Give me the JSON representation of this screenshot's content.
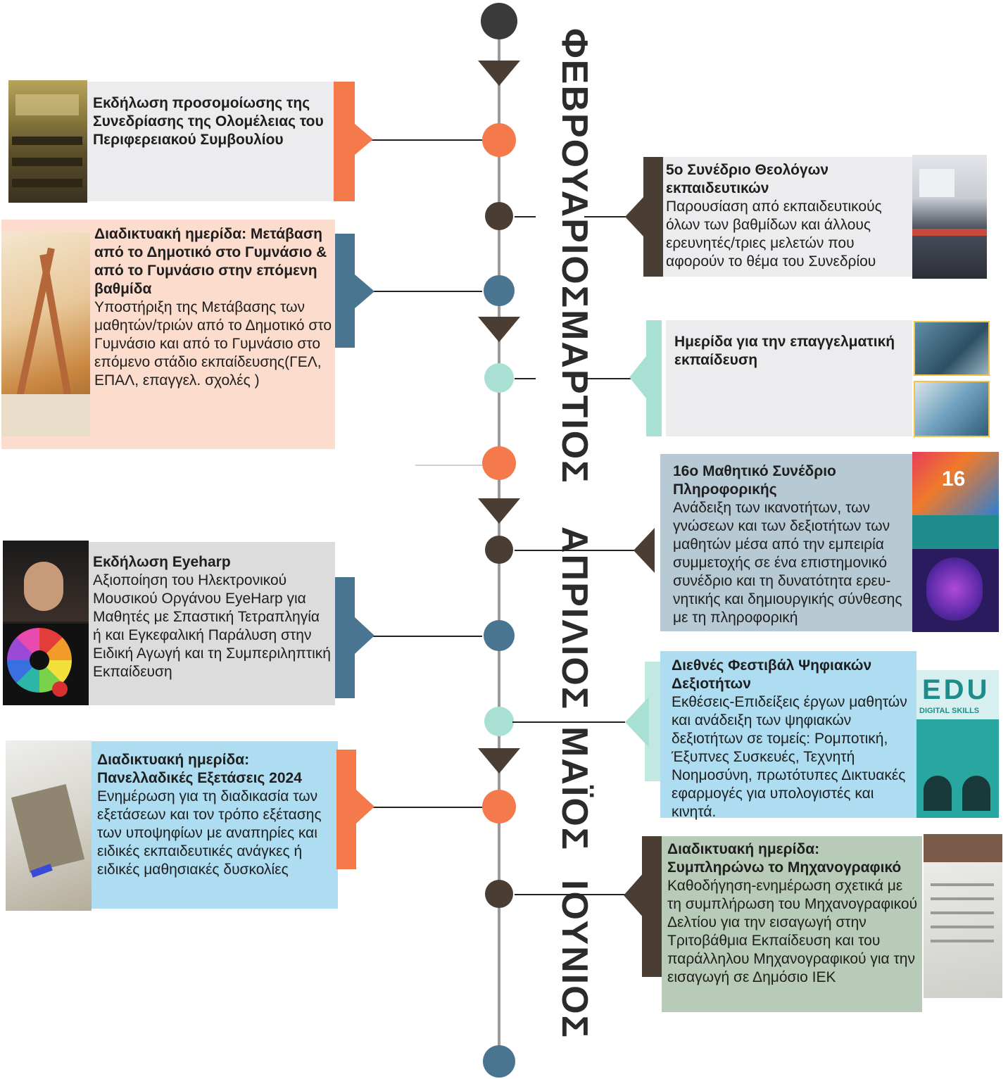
{
  "months": [
    "ΦΕΒΡΟΥΑΡΙΟΣ",
    "ΜΑΡΤΙΟΣ",
    "ΑΠΡΙΛΙΟΣ",
    "ΜΑΪΟΣ",
    "ΙΟΥΝΙΟΣ"
  ],
  "events": [
    {
      "title": "Εκδήλωση προσομοίωσης της Συνεδρίασης της Ολομέλειας του Περιφερειακού Συμβουλίου",
      "desc": ""
    },
    {
      "title": "5ο Συνέδριο Θεολόγων εκπαιδευτικών",
      "desc": "Παρουσίαση από εκπαιδευτικούς όλων των βαθμίδων και άλλους ερευνητές/τριες μελετών που αφορούν το θέμα του Συνεδρίου"
    },
    {
      "title": "Διαδικτυακή ημερίδα: Μετάβαση από το Δημοτικό στο Γυμνάσιο & από το Γυμνάσιο στην επόμενη βαθμίδα",
      "desc": "Υποστήριξη της Μετάβασης των μαθητών/τριών από το Δημοτικό στο Γυμνάσιο και από το Γυμνάσιο στο επόμενο στάδιο εκπαίδευσης(ΓΕΛ, ΕΠΑΛ, επαγγελ. σχολές )"
    },
    {
      "title": "Ημερίδα για την επαγγελματική εκπαίδευση",
      "desc": ""
    },
    {
      "title": "16ο Μαθητικό Συνέδριο Πληροφορικής",
      "desc": "Ανάδειξη των ικανοτήτων, των γνώσεων και των δεξιοτήτων των μαθητών μέσα από την εμπειρία συμμετοχής σε ένα επιστημονικό συνέδριο και τη δυνατότητα ερευ- νητικής και δημιουργικής σύνθεσης με τη πληροφορική"
    },
    {
      "title": "Εκδήλωση Eyeharp",
      "desc": "Αξιοποίηση του Ηλεκτρονικού Μουσικού Οργάνου EyeHarp για Μαθητές με Σπαστική Τετραπληγία ή και Εγκεφαλική Παράλυση στην Ειδική Αγωγή και τη Συμπεριληπτική Εκπαίδευση"
    },
    {
      "title": "Διεθνές Φεστιβάλ Ψηφιακών Δεξιοτήτων",
      "desc": "Εκθέσεις-Επιδείξεις έργων μαθητών και ανάδειξη των ψηφιακών δεξιοτήτων σε τομείς: Ρομποτική, Έξυπνες Συσκευές, Τεχνητή Νοημοσύνη, πρωτότυπες Δικτυακές εφαρμογές για υπολογιστές και κινητά."
    },
    {
      "title": "Διαδικτυακή ημερίδα: Πανελλαδικές Εξετάσεις 2024",
      "desc": "Ενημέρωση για τη διαδικασία των εξετάσεων και τον τρόπο εξέτασης των υποψηφίων με αναπηρίες και ειδικές εκπαιδευτικές ανάγκες ή ειδικές μαθησιακές δυσκολίες"
    },
    {
      "title": "Διαδικτυακή ημερίδα: Συμπληρώνω το Μηχανογραφικό",
      "desc": "Καθοδήγηση-ενημέρωση σχετικά με τη συμπλήρωση του Μηχανογραφικού Δελτίου για την εισαγωγή στην Τριτοβάθμια Εκπαίδευση και του παράλληλου Μηχανογραφικού για την εισαγωγή σε Δημόσιο ΙΕΚ"
    }
  ],
  "image_text": {
    "edu_logo": "EDU",
    "edu_sub": "DIGITAL SKILLS",
    "badge_16": "16"
  },
  "colors": {
    "orange": "#f47a4c",
    "steel": "#4a7590",
    "mint": "#a8e0d4",
    "dark": "#4a3d34"
  }
}
